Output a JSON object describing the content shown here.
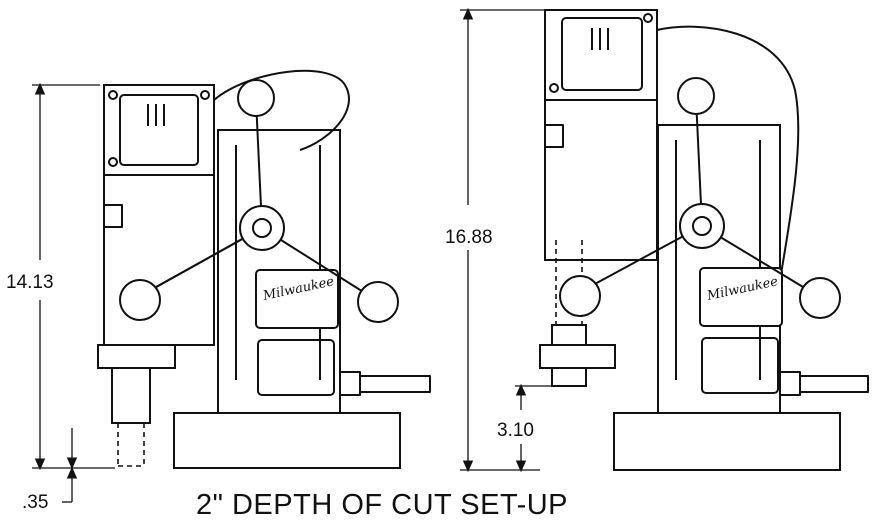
{
  "caption": "2\" DEPTH OF CUT SET-UP",
  "left_view": {
    "height_label": "14.13",
    "offset_label": ".35",
    "brand_label": "Milwaukee"
  },
  "right_view": {
    "height_label": "16.88",
    "offset_label": "3.10",
    "brand_label": "Milwaukee"
  },
  "colors": {
    "ink": "#111111",
    "paper": "#ffffff"
  }
}
